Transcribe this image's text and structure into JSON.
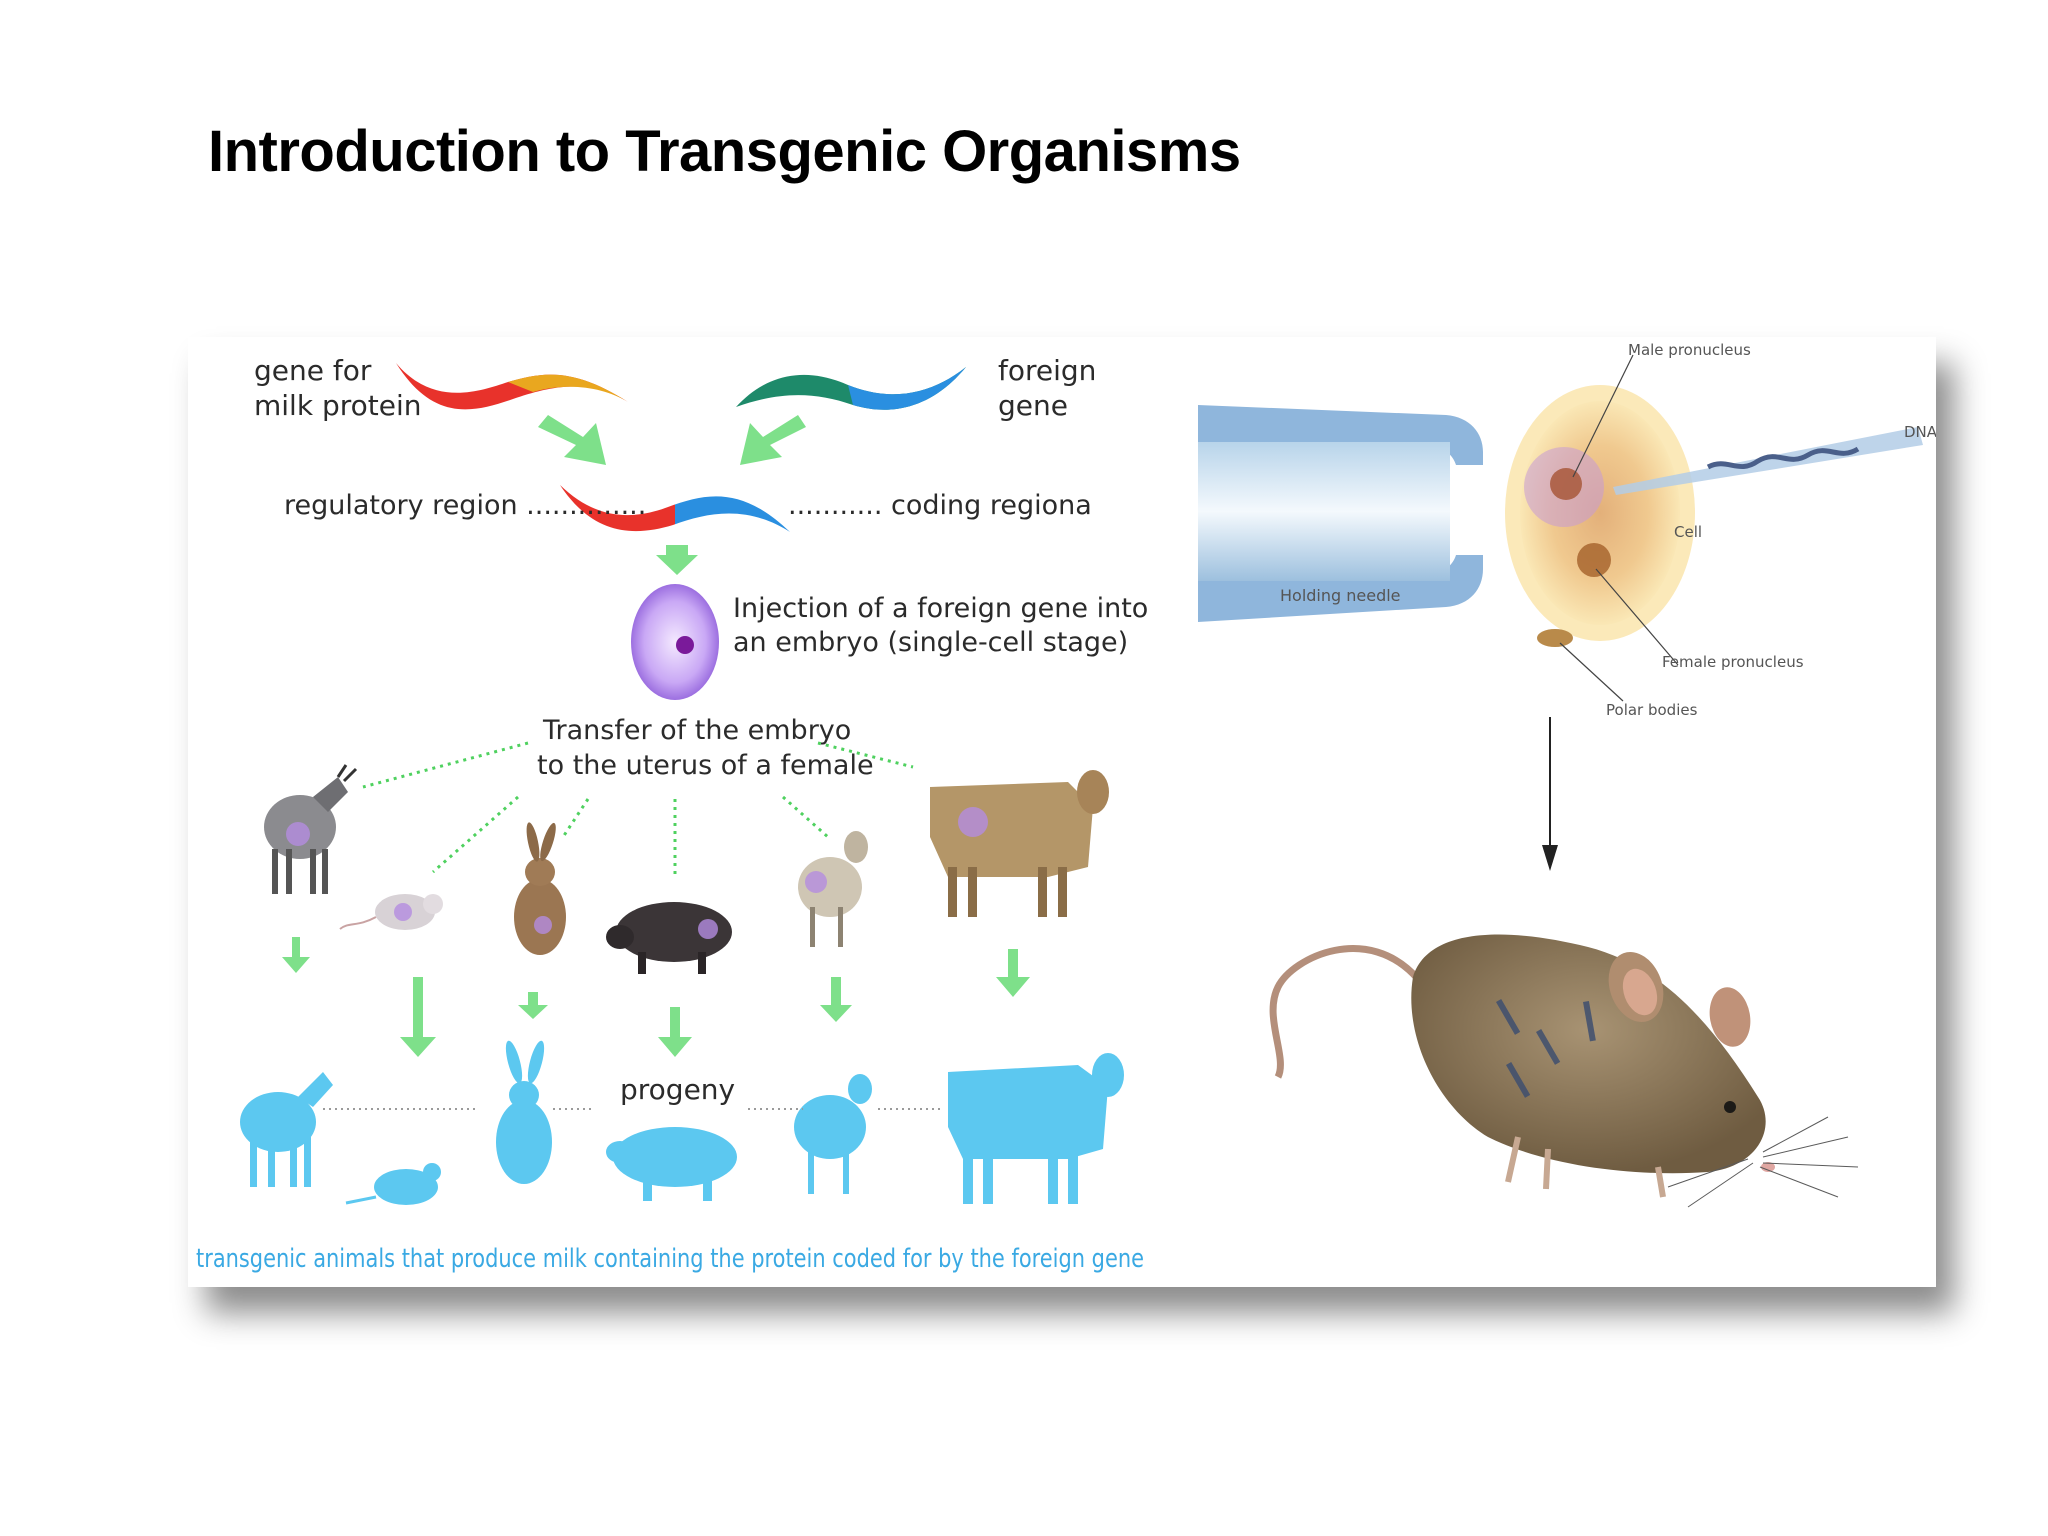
{
  "slide": {
    "title": "Introduction to Transgenic Organisms"
  },
  "left_panel": {
    "gene_milk_line1": "gene for",
    "gene_milk_line2": "milk protein",
    "foreign_line1": "foreign",
    "foreign_line2": "gene",
    "regulatory": "regulatory region ..............",
    "coding": "........... coding regiona",
    "injection_line1": "Injection of a foreign gene into",
    "injection_line2": "an embryo (single-cell stage)",
    "transfer_line1": "Transfer of the embryo",
    "transfer_line2": "to the uterus of a female",
    "progeny": "progeny",
    "bottom_caption": "transgenic animals that produce milk containing the protein coded for by the foreign gene",
    "animals": [
      "goat-icon",
      "mouse-icon",
      "rabbit-icon",
      "pig-icon",
      "sheep-icon",
      "cow-icon"
    ]
  },
  "right_panel": {
    "male_pronucleus": "Male pronucleus",
    "dna": "DNA",
    "cell": "Cell",
    "holding_needle": "Holding needle",
    "female_pronucleus": "Female pronucleus",
    "polar_bodies": "Polar bodies"
  },
  "colors": {
    "arrow_green": "#7ee08a",
    "progeny_blue": "#5cc8f0",
    "dotted_green": "#4fd15f"
  }
}
